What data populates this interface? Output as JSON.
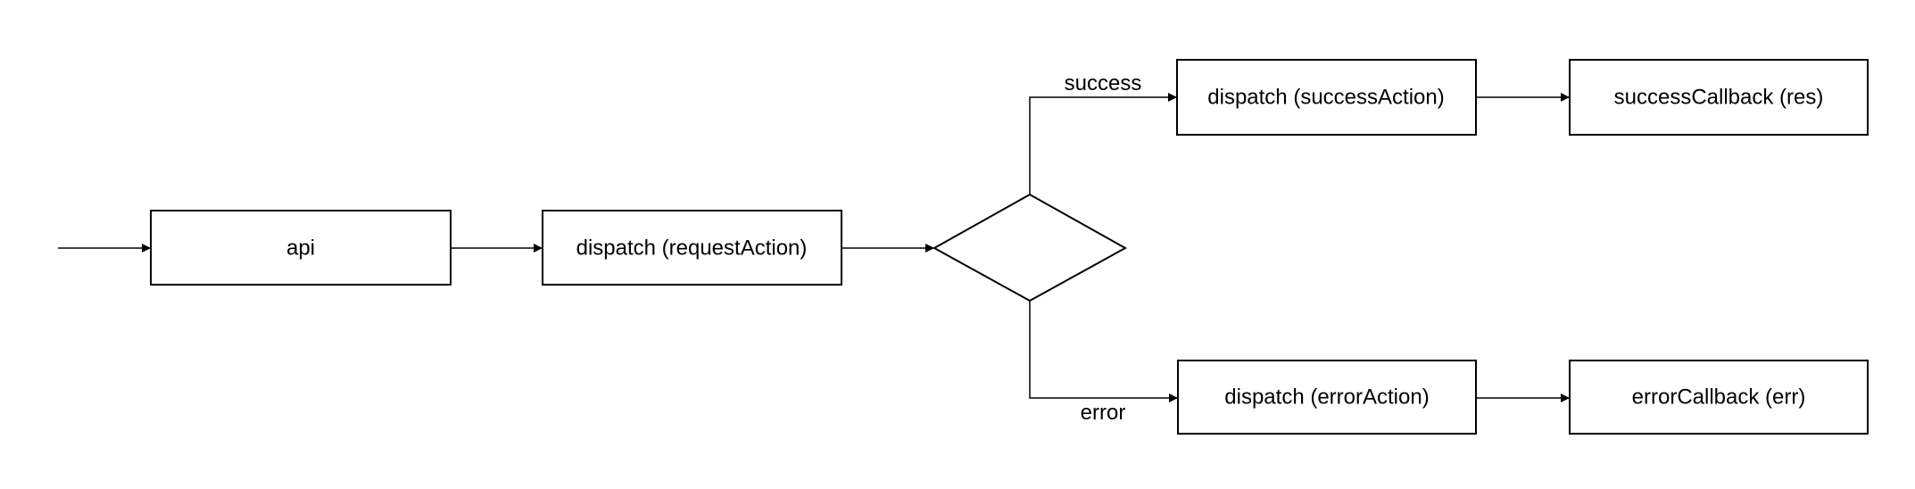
{
  "nodes": {
    "api": "api",
    "dispatch_request": "dispatch (requestAction)",
    "decision": "",
    "dispatch_success": "dispatch (successAction)",
    "success_callback": "successCallback (res)",
    "dispatch_error": "dispatch (errorAction)",
    "error_callback": "errorCallback (err)"
  },
  "edges": {
    "success_label": "success",
    "error_label": "error"
  }
}
